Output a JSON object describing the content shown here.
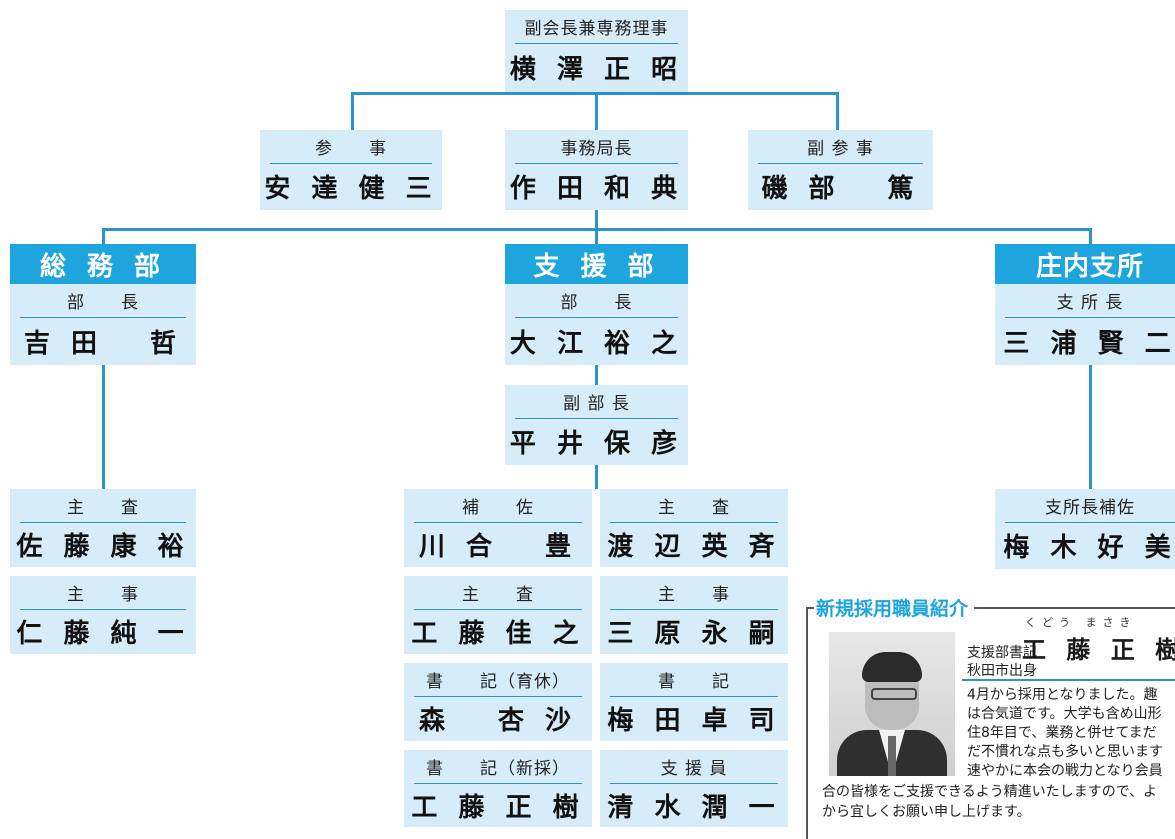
{
  "colors": {
    "accent": "#1ea5de",
    "box_fill": "#d6ecf8",
    "line": "#2b94cf"
  },
  "top": {
    "title": "副会長兼専務理事",
    "name": "横 澤 正 昭"
  },
  "row2": [
    {
      "title": "参　　事",
      "name": "安 達 健 三"
    },
    {
      "title": "事務局長",
      "name": "作 田 和 典"
    },
    {
      "title": "副 参 事",
      "name": "磯 部　 篤"
    }
  ],
  "departments": {
    "soumu": {
      "label": "総 務 部",
      "head": {
        "title": "部　　長",
        "name": "吉 田　 哲"
      },
      "staff": [
        {
          "title": "主　　査",
          "name": "佐 藤 康 裕"
        },
        {
          "title": "主　　事",
          "name": "仁 藤 純 一"
        }
      ]
    },
    "shien": {
      "label": "支 援 部",
      "head": {
        "title": "部　　長",
        "name": "大 江 裕 之"
      },
      "deputy": {
        "title": "副 部 長",
        "name": "平 井 保 彦"
      },
      "staff_left": [
        {
          "title": "補　　佐",
          "name": "川 合　 豊"
        },
        {
          "title": "主　　査",
          "name": "工 藤 佳 之"
        },
        {
          "title": "書　　記（育休）",
          "name": "森　 杏 沙"
        },
        {
          "title": "書　　記（新採）",
          "name": "工 藤 正 樹"
        }
      ],
      "staff_right": [
        {
          "title": "主　　査",
          "name": "渡 辺 英 斉"
        },
        {
          "title": "主　　事",
          "name": "三 原 永 嗣"
        },
        {
          "title": "書　　記",
          "name": "梅 田 卓 司"
        },
        {
          "title": "支 援 員",
          "name": "清 水 潤 一"
        }
      ]
    },
    "shonai": {
      "label": "庄内支所",
      "head": {
        "title": "支 所 長",
        "name": "三 浦 賢 二"
      },
      "deputy": {
        "title": "支所長補佐",
        "name": "梅 木 好 美"
      }
    }
  },
  "recruit": {
    "heading": "新規採用職員紹介",
    "role": "支援部書記",
    "name": "工 藤 正 樹",
    "ruby": "くどう まさき",
    "origin": "秋田市出身",
    "lines": [
      "4月から採用となりました。趣",
      "は合気道です。大学も含め山形",
      "住8年目で、業務と併せてまだ",
      "だ不慣れな点も多いと思います",
      "速やかに本会の戦力となり会員",
      "合の皆様をご支援できるよう精進いたしますので、よ",
      "から宜しくお願い申し上げます。"
    ]
  }
}
